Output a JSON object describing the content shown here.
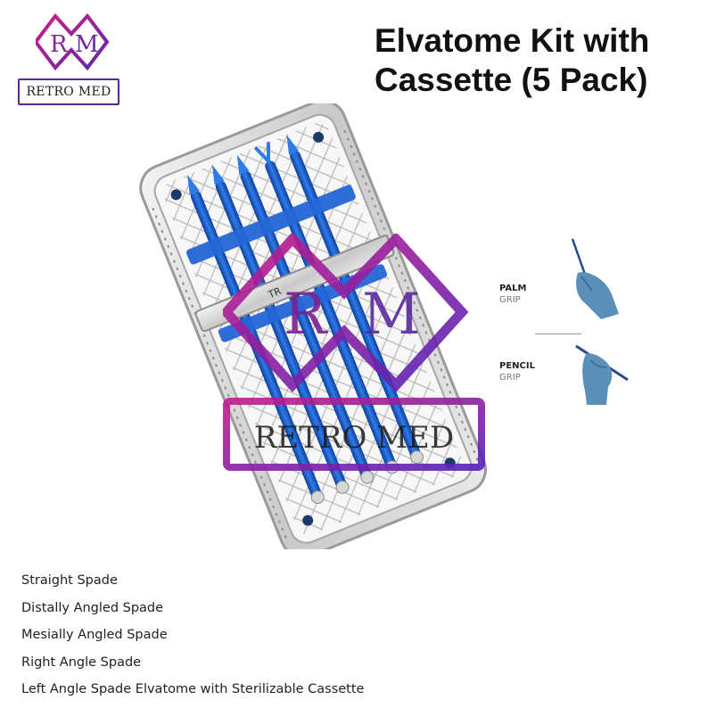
{
  "brand": {
    "monogram_left": "R",
    "monogram_right": "M",
    "name": "RETRO MED",
    "colors": {
      "gradient_start": "#d01d86",
      "gradient_end": "#5a2aa8"
    }
  },
  "title": {
    "line1": "Elvatome Kit with",
    "line2": "Cassette (5 Pack)"
  },
  "cassette": {
    "engraving": "TR",
    "instrument_color": "#1d5fd1",
    "instrument_count": 5
  },
  "grips": [
    {
      "name": "PALM",
      "type": "GRIP"
    },
    {
      "name": "PENCIL",
      "type": "GRIP"
    }
  ],
  "features": [
    "Straight Spade",
    "Distally Angled Spade",
    "Mesially Angled Spade",
    "Right Angle Spade",
    "Left Angle Spade Elvatome with Sterilizable Cassette"
  ],
  "watermark": {
    "monogram_left": "R",
    "monogram_right": "M",
    "name": "RETRO MED"
  }
}
